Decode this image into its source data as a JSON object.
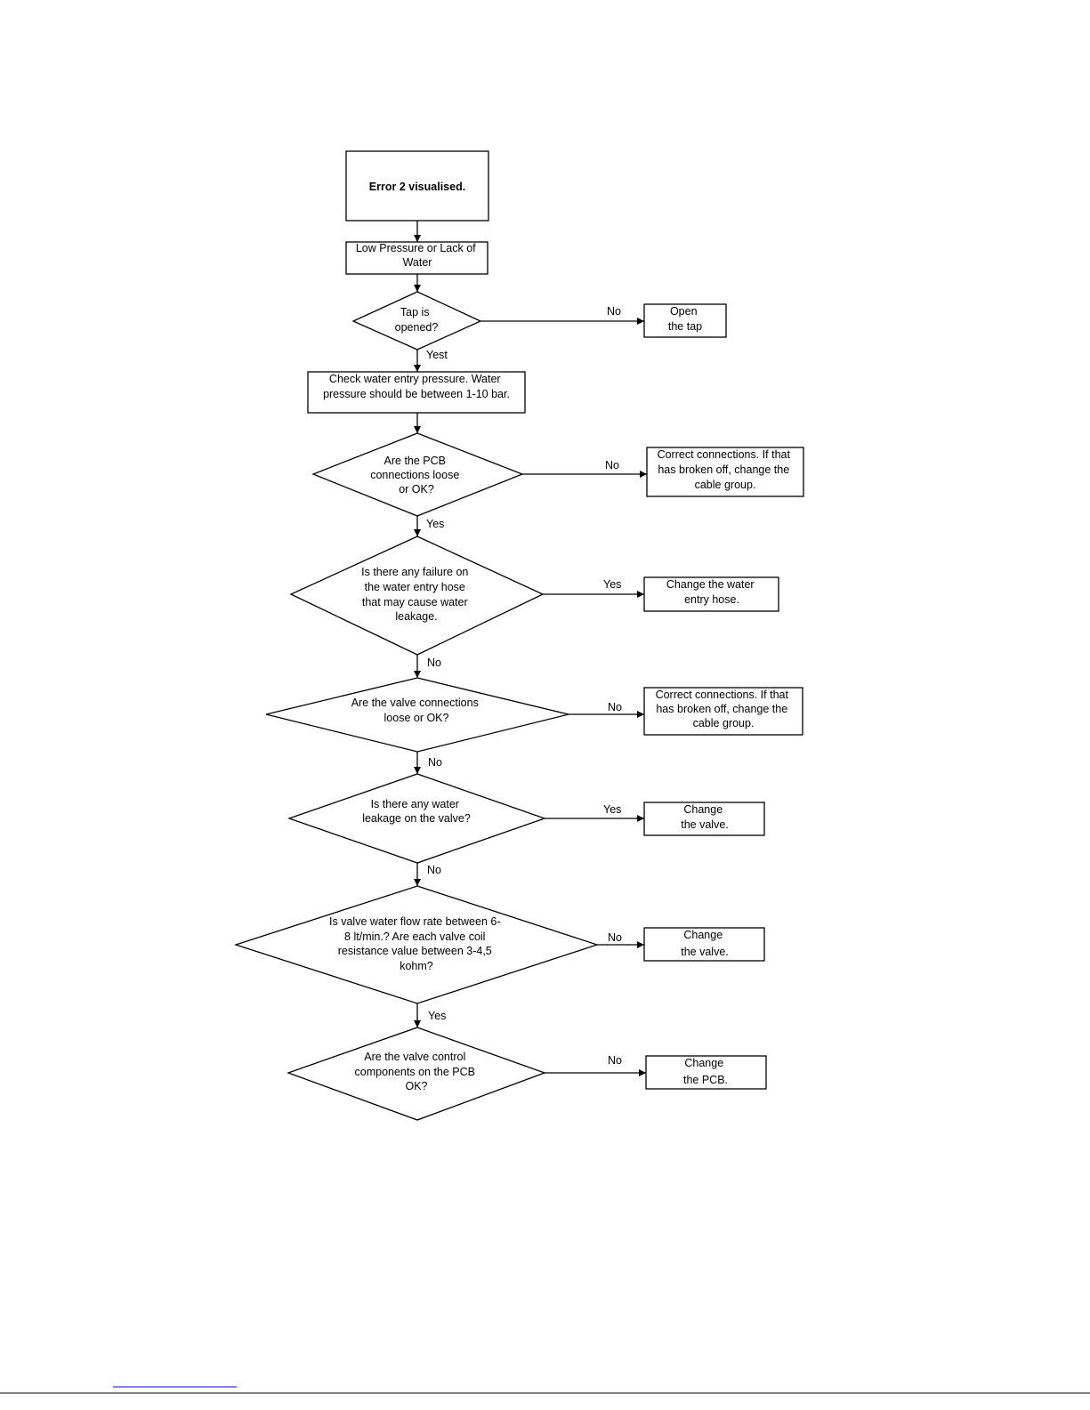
{
  "flowchart": {
    "start": {
      "text": "Error 2 visualised."
    },
    "low_pressure": {
      "lines": [
        "Low Pressure or Lack of",
        "Water"
      ]
    },
    "tap_decision": {
      "lines": [
        "Tap is",
        "opened?"
      ],
      "no_label": "No",
      "yes_label": "Yest"
    },
    "open_tap": {
      "lines": [
        "Open",
        "the tap"
      ]
    },
    "check_pressure": {
      "lines": [
        "Check water entry pressure. Water",
        "pressure should be between 1-10 bar."
      ]
    },
    "pcb_decision": {
      "lines": [
        "Are the PCB",
        "connections loose",
        "or OK?"
      ],
      "no_label": "No",
      "yes_label": "Yes"
    },
    "pcb_fix": {
      "lines": [
        "Correct connections. If that",
        "has broken off, change the",
        "cable group."
      ]
    },
    "hose_decision": {
      "lines": [
        "Is there any failure on",
        "the water entry hose",
        "that may cause water",
        "leakage."
      ],
      "yes_label": "Yes",
      "no_label": "No"
    },
    "hose_fix": {
      "lines": [
        "Change the water",
        "entry hose."
      ]
    },
    "valve_conn_decision": {
      "lines": [
        "Are the valve connections",
        "loose or OK?"
      ],
      "no_label": "No",
      "down_label": "No"
    },
    "valve_conn_fix": {
      "lines": [
        "Correct connections. If that",
        "has broken off, change the",
        "cable group."
      ]
    },
    "valve_leak_decision": {
      "lines": [
        "Is there any water",
        "leakage on the valve?"
      ],
      "yes_label": "Yes",
      "no_label": "No"
    },
    "valve_leak_fix": {
      "lines": [
        "Change",
        "the valve."
      ]
    },
    "flow_decision": {
      "lines": [
        "Is valve water flow rate between 6-",
        "8 lt/min.? Are each valve coil",
        "resistance value between 3-4,5",
        "kohm?"
      ],
      "no_label": "No",
      "yes_label": "Yes"
    },
    "flow_fix": {
      "lines": [
        "Change",
        "the valve."
      ]
    },
    "control_decision": {
      "lines": [
        "Are the valve control",
        "components on the PCB",
        "OK?"
      ],
      "no_label": "No"
    },
    "control_fix": {
      "lines": [
        "Change",
        "the PCB."
      ]
    }
  }
}
